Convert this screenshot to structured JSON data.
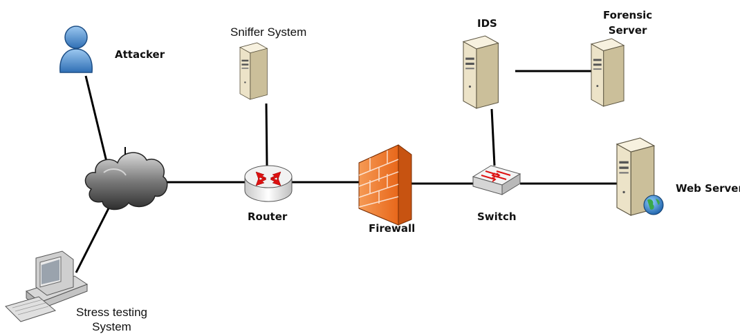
{
  "nodes": {
    "attacker": {
      "label": "Attacker"
    },
    "sniffer": {
      "label": "Sniffer System"
    },
    "ids": {
      "label": "IDS"
    },
    "forensic": {
      "label_line1": "Forensic",
      "label_line2": "Server"
    },
    "router": {
      "label": "Router"
    },
    "firewall": {
      "label": "Firewall"
    },
    "switch": {
      "label": "Switch"
    },
    "web": {
      "label": "Web Server"
    },
    "stress": {
      "label_line1": "Stress testing",
      "label_line2": "System"
    }
  },
  "colors": {
    "line": "#000000",
    "server_front": "#ece3c8",
    "server_side": "#c9bd98",
    "firewall": "#f07a2c",
    "cloud": "#6d6d6d",
    "person": "#4f8fd0"
  },
  "icons": {
    "attacker": "person-icon",
    "sniffer": "server-icon",
    "ids": "server-icon",
    "forensic": "server-icon",
    "router": "router-icon",
    "firewall": "firewall-icon",
    "switch": "switch-icon",
    "web": "web-server-icon",
    "stress": "desktop-computer-icon",
    "cloud": "internet-cloud-icon"
  }
}
